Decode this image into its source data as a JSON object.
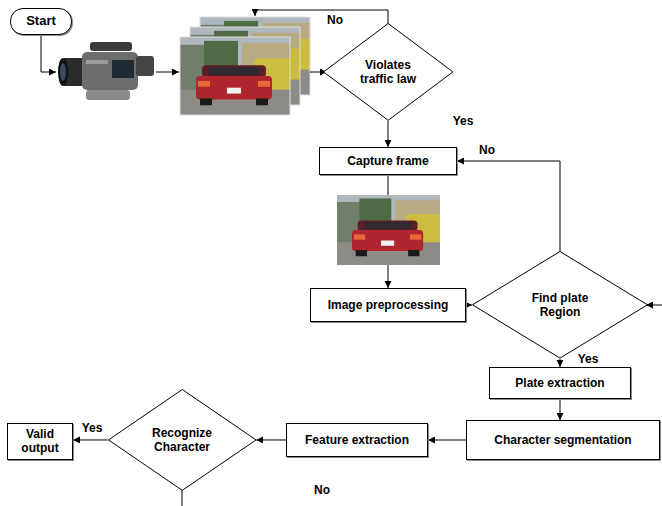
{
  "diagram": {
    "nodes": [
      {
        "text": [
          "Start"
        ]
      },
      {
        "text": [
          "Violates traffic law"
        ]
      },
      {
        "text": [
          "Capture frame"
        ]
      },
      {
        "text": [
          "Image preprocessing"
        ]
      },
      {
        "text": [
          "Find plate Region"
        ]
      },
      {
        "text": [
          "Plate extraction"
        ]
      },
      {
        "text": [
          "Character segmentation"
        ]
      },
      {
        "text": [
          "Feature extraction"
        ]
      },
      {
        "text": [
          "Recognize Character"
        ]
      },
      {
        "text": [
          "Valid output"
        ]
      }
    ],
    "edges": [
      {
        "from": 1,
        "to": 2,
        "arrow": "to",
        "label": "Yes"
      },
      {
        "from": 2,
        "to": 3,
        "arrow": "to"
      },
      {
        "from": 3,
        "to": 4,
        "arrow": "to"
      },
      {
        "from": 4,
        "to": 2,
        "arrow": "to",
        "label": "No"
      },
      {
        "from": 4,
        "to": 5,
        "arrow": "to",
        "label": "Yes"
      },
      {
        "from": 5,
        "to": 6,
        "arrow": "to"
      },
      {
        "from": 6,
        "to": 7,
        "arrow": "to"
      },
      {
        "from": 7,
        "to": 8,
        "arrow": "to"
      },
      {
        "from": 8,
        "to": 9,
        "arrow": "to",
        "label": "Yes"
      }
    ],
    "labels": [
      "No",
      "No"
    ]
  }
}
